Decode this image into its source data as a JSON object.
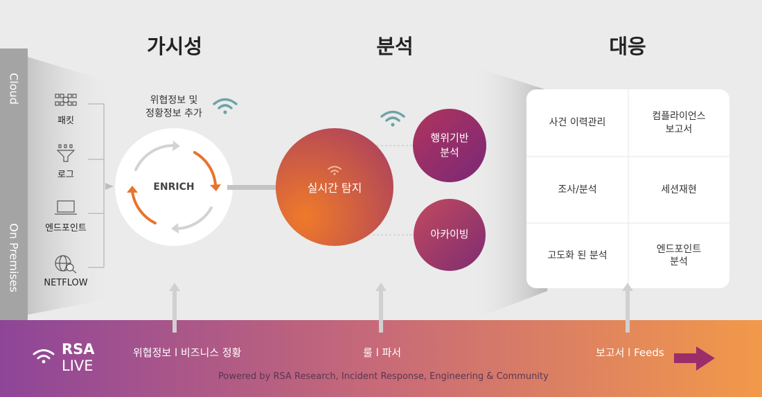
{
  "columns": {
    "visibility": "가시성",
    "analysis": "분석",
    "response": "대응"
  },
  "side_labels": {
    "cloud": "Cloud",
    "on_premises": "On Premises"
  },
  "sources": [
    {
      "label": "패킷",
      "icon": "packet-icon"
    },
    {
      "label": "로그",
      "icon": "log-filter-icon"
    },
    {
      "label": "엔드포인트",
      "icon": "laptop-icon"
    },
    {
      "label": "NETFLOW",
      "icon": "globe-search-icon"
    }
  ],
  "enrich": {
    "caption": "위협정보 및\n정황정보 추가",
    "label": "ENRICH"
  },
  "detection": {
    "label": "실시간 탐지"
  },
  "behavior": {
    "label": "행위기반\n분석"
  },
  "archiving": {
    "label": "아카이빙"
  },
  "response_grid": [
    "사건 이력관리",
    "컴플라이언스\n보고서",
    "조사/분석",
    "세션재현",
    "고도화 된 분석",
    "엔드포인트\n분석"
  ],
  "bottom_bar": {
    "brand_top": "RSA",
    "brand_bottom": "LIVE",
    "label_1": "위협정보 l 비즈니스 정황",
    "label_2": "룰 l 파서",
    "label_3": "보고서 l Feeds",
    "powered_by": "Powered by RSA Research, Incident Response, Engineering & Community"
  },
  "colors": {
    "gradient_start": "#8e4598",
    "gradient_end": "#f2994a",
    "orange": "#e8732c",
    "purple": "#8a2c70",
    "wifi": "#6fa3a8"
  }
}
